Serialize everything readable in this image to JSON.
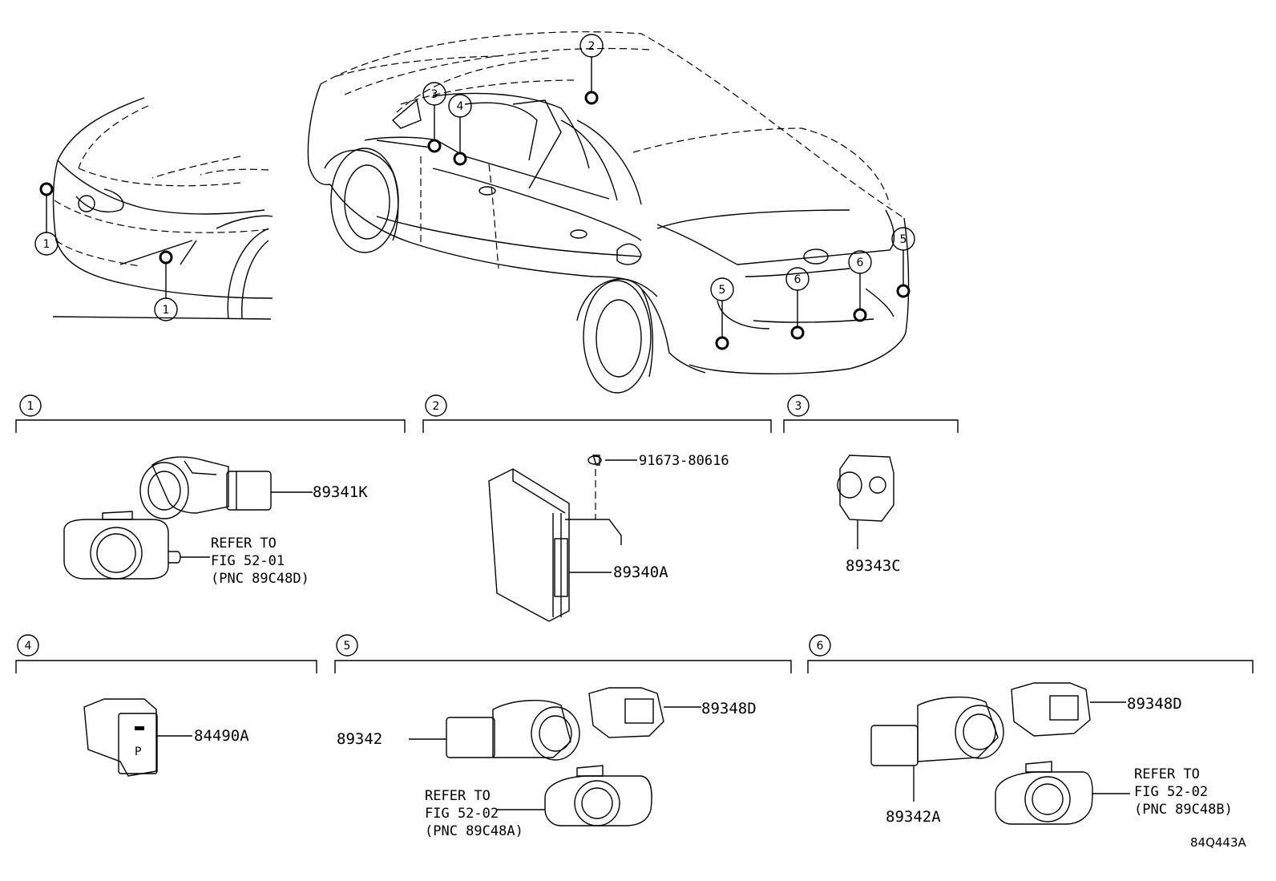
{
  "callout_numbers": [
    "1",
    "2",
    "3",
    "4",
    "5",
    "6"
  ],
  "parts": {
    "p1_sensor": "89341K",
    "p1_refer": [
      "REFER TO",
      "FIG 52-01",
      "(PNC 89C48D)"
    ],
    "p2_bolt": "91673-80616",
    "p2_ecu": "89340A",
    "p3_sensor": "89343C",
    "p4_switch": "84490A",
    "p5_sensor": "89342",
    "p5_retainer": "89348D",
    "p5_refer": [
      "REFER TO",
      "FIG 52-02",
      "(PNC 89C48A)"
    ],
    "p6_sensor": "89342A",
    "p6_retainer": "89348D",
    "p6_refer": [
      "REFER TO",
      "FIG 52-02",
      "(PNC 89C48B)"
    ]
  },
  "switch_label": "P",
  "illustration_id": "84Q443A"
}
